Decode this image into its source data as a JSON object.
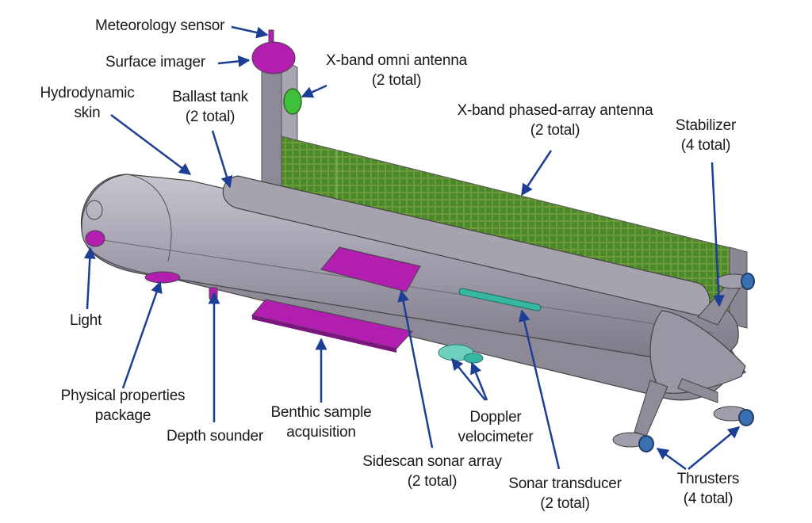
{
  "colors": {
    "hull": "#9b97a4",
    "hull_dark": "#77737f",
    "hull_light": "#bdb9c4",
    "instrument": "#b21fb0",
    "antenna_panel": "#6f9a3a",
    "antenna_grid": "#3c7a24",
    "omni_antenna": "#3fbf3a",
    "doppler": "#36b7a2",
    "thruster": "#3a6fb0",
    "arrow": "#1c3f95"
  },
  "labels": {
    "meteorology_sensor": "Meteorology sensor",
    "surface_imager": "Surface imager",
    "xband_omni": {
      "line1": "X-band omni antenna",
      "line2": "(2 total)"
    },
    "hydrodynamic_skin": {
      "line1": "Hydrodynamic",
      "line2": "skin"
    },
    "ballast_tank": {
      "line1": "Ballast tank",
      "line2": "(2 total)"
    },
    "xband_phased": {
      "line1": "X-band phased-array antenna",
      "line2": "(2 total)"
    },
    "stabilizer": {
      "line1": "Stabilizer",
      "line2": "(4 total)"
    },
    "light": "Light",
    "physical_properties": {
      "line1": "Physical properties",
      "line2": "package"
    },
    "depth_sounder": "Depth sounder",
    "benthic_sample": {
      "line1": "Benthic sample",
      "line2": "acquisition"
    },
    "doppler": {
      "line1": "Doppler",
      "line2": "velocimeter"
    },
    "sidescan_sonar": {
      "line1": "Sidescan sonar array",
      "line2": "(2 total)"
    },
    "sonar_transducer": {
      "line1": "Sonar transducer",
      "line2": "(2 total)"
    },
    "thrusters": {
      "line1": "Thrusters",
      "line2": "(4 total)"
    }
  }
}
